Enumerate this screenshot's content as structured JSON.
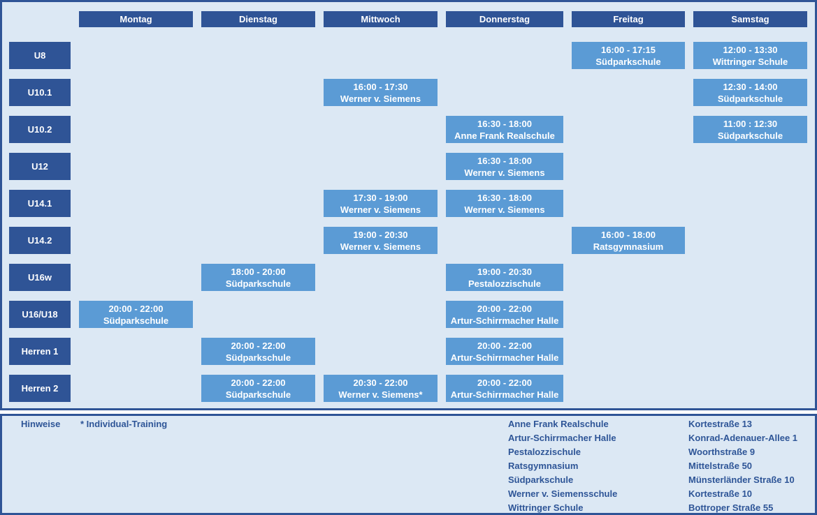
{
  "colors": {
    "dark_blue": "#2f5496",
    "cell_blue": "#5b9bd5",
    "panel_background": "#dce8f4",
    "text_blue": "#2e5597"
  },
  "days": [
    "Montag",
    "Dienstag",
    "Mittwoch",
    "Donnerstag",
    "Freitag",
    "Samstag"
  ],
  "teams": [
    "U8",
    "U10.1",
    "U10.2",
    "U12",
    "U14.1",
    "U14.2",
    "U16w",
    "U16/U18",
    "Herren 1",
    "Herren 2"
  ],
  "entries": [
    {
      "team": "U8",
      "day": "Freitag",
      "time": "16:00 - 17:15",
      "venue": "Südparkschule"
    },
    {
      "team": "U8",
      "day": "Samstag",
      "time": "12:00 - 13:30",
      "venue": "Wittringer Schule"
    },
    {
      "team": "U10.1",
      "day": "Mittwoch",
      "time": "16:00 - 17:30",
      "venue": "Werner v. Siemens"
    },
    {
      "team": "U10.1",
      "day": "Samstag",
      "time": "12:30 - 14:00",
      "venue": "Südparkschule"
    },
    {
      "team": "U10.2",
      "day": "Donnerstag",
      "time": "16:30 - 18:00",
      "venue": "Anne Frank Realschule"
    },
    {
      "team": "U10.2",
      "day": "Samstag",
      "time": "11:00 : 12:30",
      "venue": "Südparkschule"
    },
    {
      "team": "U12",
      "day": "Donnerstag",
      "time": "16:30 - 18:00",
      "venue": "Werner v. Siemens"
    },
    {
      "team": "U14.1",
      "day": "Mittwoch",
      "time": "17:30 - 19:00",
      "venue": "Werner v. Siemens"
    },
    {
      "team": "U14.1",
      "day": "Donnerstag",
      "time": "16:30 - 18:00",
      "venue": "Werner v. Siemens"
    },
    {
      "team": "U14.2",
      "day": "Mittwoch",
      "time": "19:00 - 20:30",
      "venue": "Werner v. Siemens"
    },
    {
      "team": "U14.2",
      "day": "Freitag",
      "time": "16:00 - 18:00",
      "venue": "Ratsgymnasium"
    },
    {
      "team": "U16w",
      "day": "Dienstag",
      "time": "18:00 - 20:00",
      "venue": "Südparkschule"
    },
    {
      "team": "U16w",
      "day": "Donnerstag",
      "time": "19:00 - 20:30",
      "venue": "Pestalozzischule"
    },
    {
      "team": "U16/U18",
      "day": "Montag",
      "time": "20:00 - 22:00",
      "venue": "Südparkschule"
    },
    {
      "team": "U16/U18",
      "day": "Donnerstag",
      "time": "20:00 - 22:00",
      "venue": "Artur-Schirrmacher Halle"
    },
    {
      "team": "Herren 1",
      "day": "Dienstag",
      "time": "20:00 - 22:00",
      "venue": "Südparkschule"
    },
    {
      "team": "Herren 1",
      "day": "Donnerstag",
      "time": "20:00 - 22:00",
      "venue": "Artur-Schirrmacher Halle"
    },
    {
      "team": "Herren 2",
      "day": "Dienstag",
      "time": "20:00 - 22:00",
      "venue": "Südparkschule"
    },
    {
      "team": "Herren 2",
      "day": "Mittwoch",
      "time": "20:30 - 22:00",
      "venue": "Werner v. Siemens*"
    },
    {
      "team": "Herren 2",
      "day": "Donnerstag",
      "time": "20:00 - 22:00",
      "venue": "Artur-Schirrmacher Halle"
    }
  ],
  "notes": {
    "label": "Hinweise",
    "items": [
      "* Individual-Training"
    ]
  },
  "venues": [
    {
      "name": "Anne Frank Realschule",
      "address": "Kortestraße 13"
    },
    {
      "name": "Artur-Schirrmacher Halle",
      "address": "Konrad-Adenauer-Allee 1"
    },
    {
      "name": "Pestalozzischule",
      "address": "Woorthstraße 9"
    },
    {
      "name": "Ratsgymnasium",
      "address": "Mittelstraße 50"
    },
    {
      "name": "Südparkschule",
      "address": "Münsterländer Straße 10"
    },
    {
      "name": "Werner v. Siemensschule",
      "address": "Kortestraße 10"
    },
    {
      "name": "Wittringer Schule",
      "address": "Bottroper Straße 55"
    }
  ]
}
